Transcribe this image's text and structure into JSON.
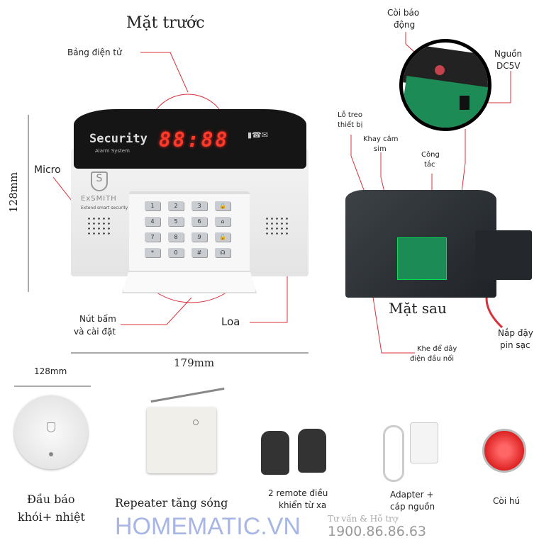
{
  "front": {
    "title": "Mặt trước",
    "labels": {
      "display": "Bảng điện tử",
      "micro": "Micro",
      "keys_line1": "Nút bấm",
      "keys_line2": "và cài đặt",
      "speaker": "Loa"
    },
    "height_dim": "128mm",
    "width_dim": "179mm",
    "device": {
      "display_digits": "88:88",
      "brand": "Security",
      "brand_sub": "Alarm System",
      "maker": "ExSMITH",
      "maker_tagline": "Extend smart security",
      "keys": [
        "1",
        "2",
        "3",
        "🔒",
        "4",
        "5",
        "6",
        "⌂",
        "7",
        "8",
        "9",
        "🔓",
        "*",
        "0",
        "#",
        "☊"
      ]
    }
  },
  "back": {
    "title": "Mặt sau",
    "labels": {
      "buzzer_line1": "Còi báo",
      "buzzer_line2": "động",
      "power_line1": "Nguồn",
      "power_line2": "DC5V",
      "hole_line1": "Lỗ treo",
      "hole_line2": "thiết bị",
      "sim_line1": "Khay cắm",
      "sim_line2": "sim",
      "switch_line1": "Công",
      "switch_line2": "tắc",
      "battery_line1": "Nắp đậy",
      "battery_line2": "pin sạc",
      "wire_line1": "Khe để dây",
      "wire_line2": "điện đầu nối"
    }
  },
  "accessories": {
    "detector_dim": "128mm",
    "items": [
      {
        "line1": "Đầu báo",
        "line2": "khói+ nhiệt"
      },
      {
        "line1": "Repeater tăng sóng"
      },
      {
        "line1": "2 remote điều",
        "line2": "khiển từ xa"
      },
      {
        "line1": "Adapter +",
        "line2": "cáp nguồn"
      },
      {
        "line1": "Còi hú"
      }
    ]
  },
  "watermark": {
    "brand": "HOMEMATIC.VN",
    "support": "Tư vấn & Hỗ trợ",
    "phone": "1900.86.86.63"
  },
  "colors": {
    "annotation": "#d9303a",
    "watermark": "#a8b6e6",
    "pcb": "#1d8b55"
  }
}
